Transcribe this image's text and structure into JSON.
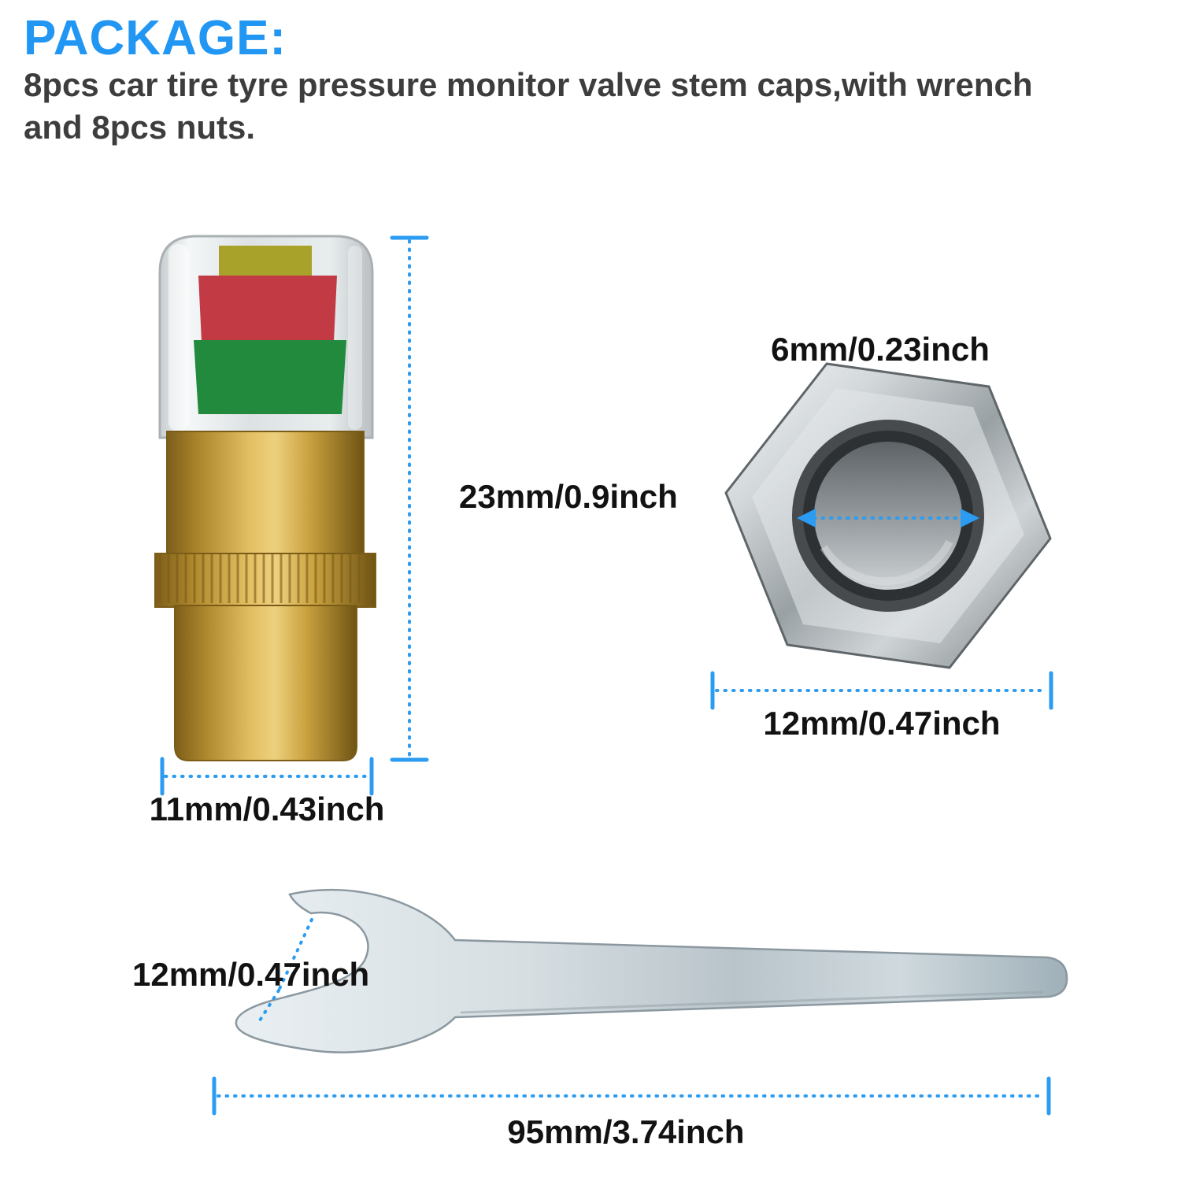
{
  "page": {
    "title": "PACKAGE:",
    "description_line1": "8pcs car tire tyre pressure monitor valve stem caps,with wrench",
    "description_line2": "and 8pcs nuts."
  },
  "dims": {
    "cap_height": "23mm/0.9inch",
    "cap_width": "11mm/0.43inch",
    "nut_inner": "6mm/0.23inch",
    "nut_outer": "12mm/0.47inch",
    "wrench_jaw": "12mm/0.47inch",
    "wrench_length": "95mm/3.74inch"
  },
  "colors": {
    "accent_blue": "#2b9cf2",
    "title_blue": "#2196f3",
    "body_text": "#3d3d3d",
    "brass": "#c9a13b",
    "indicator_red": "#c23a44",
    "indicator_green": "#218a3c",
    "metal_gray": "#b9bfc2"
  }
}
